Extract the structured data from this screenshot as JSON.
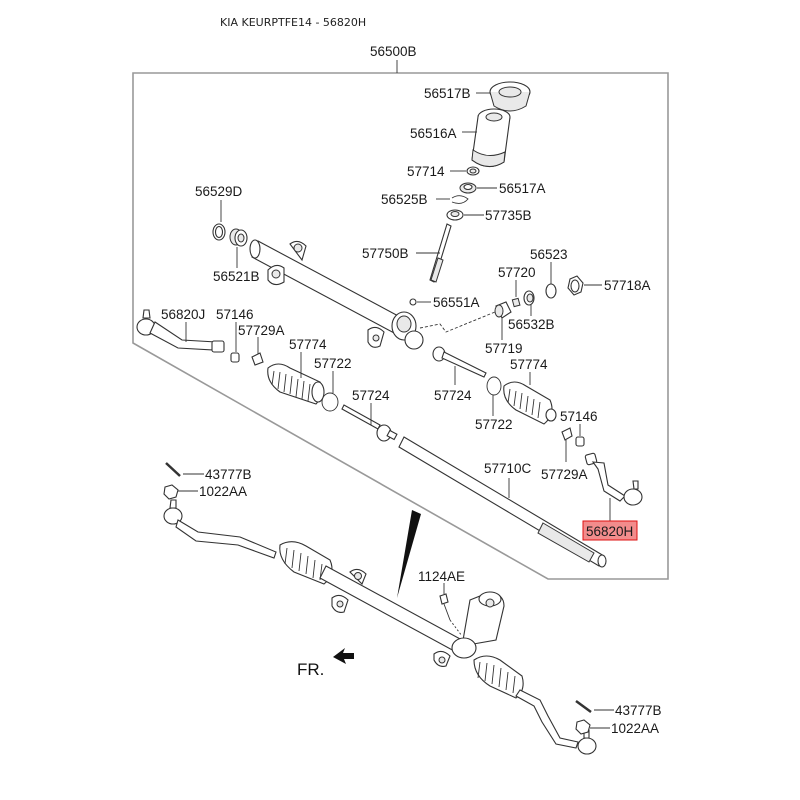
{
  "title": "KIA KEURPTFE14 - 56820H",
  "assembly_label": "56500B",
  "highlight_color": "#f28c8c",
  "labels": {
    "p56517B": "56517B",
    "p56516A": "56516A",
    "p57714": "57714",
    "p56517A": "56517A",
    "p56525B": "56525B",
    "p57735B": "57735B",
    "p56529D": "56529D",
    "p56521B": "56521B",
    "p57750B": "57750B",
    "p56551A": "56551A",
    "p56523": "56523",
    "p57720": "57720",
    "p57718A": "57718A",
    "p56532B": "56532B",
    "p57719": "57719",
    "p56820J": "56820J",
    "p57146_left": "57146",
    "p57729A_left": "57729A",
    "p57774_left": "57774",
    "p57722_left": "57722",
    "p57724_left": "57724",
    "p57724_right": "57724",
    "p57774_right": "57774",
    "p57722_right": "57722",
    "p57146_right": "57146",
    "p57729A_right": "57729A",
    "p57710C": "57710C",
    "p56820H": "56820H",
    "p43777B_top": "43777B",
    "p1022AA_top": "1022AA",
    "p1124AE": "1124AE",
    "p43777B_bottom": "43777B",
    "p1022AA_bottom": "1022AA",
    "front_marker": "FR."
  }
}
